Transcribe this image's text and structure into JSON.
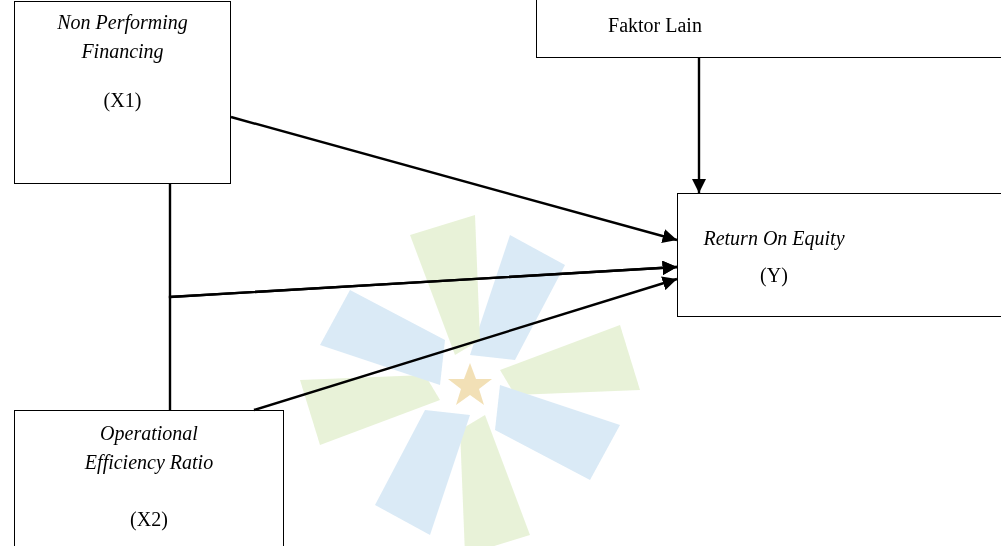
{
  "diagram": {
    "nodes": [
      {
        "text": [
          "Non Performing Financing",
          "(X1)"
        ]
      },
      {
        "text": [
          "Faktor Lain"
        ]
      },
      {
        "text": [
          "Return On Equity",
          "(Y)"
        ]
      },
      {
        "text": [
          "Operational Efficiency Ratio",
          "(X2)"
        ]
      }
    ],
    "edges": [
      {
        "from": 0,
        "to": 2,
        "arrow": "to"
      },
      {
        "from": 0,
        "to": 2,
        "arrow": "to"
      },
      {
        "from": 3,
        "to": 2,
        "arrow": "to"
      },
      {
        "from": 3,
        "to": 2,
        "arrow": "to"
      },
      {
        "from": 1,
        "to": 2,
        "arrow": "to"
      }
    ]
  }
}
